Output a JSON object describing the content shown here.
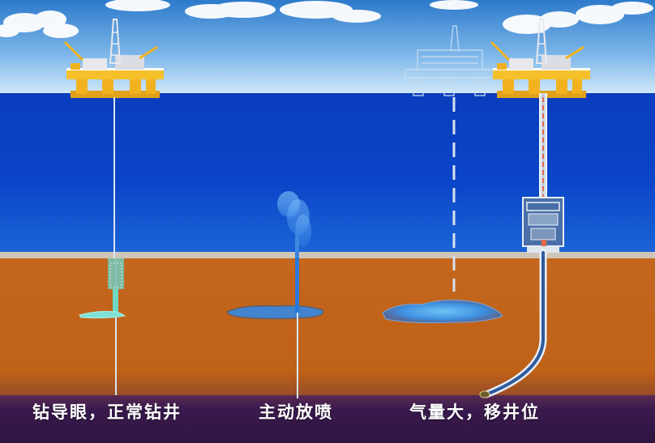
{
  "captions": {
    "scenario_1": "钻导眼，正常钻井",
    "scenario_2": "主动放喷",
    "scenario_3": "气量大，移井位"
  },
  "colors": {
    "sky_top": "#2f7fd0",
    "sea": "#0b3fc0",
    "seabed": "#c0621a",
    "caption_band": "#3a1a4e",
    "gas": "#4aa8e8",
    "platform_yellow": "#f2b21f"
  }
}
